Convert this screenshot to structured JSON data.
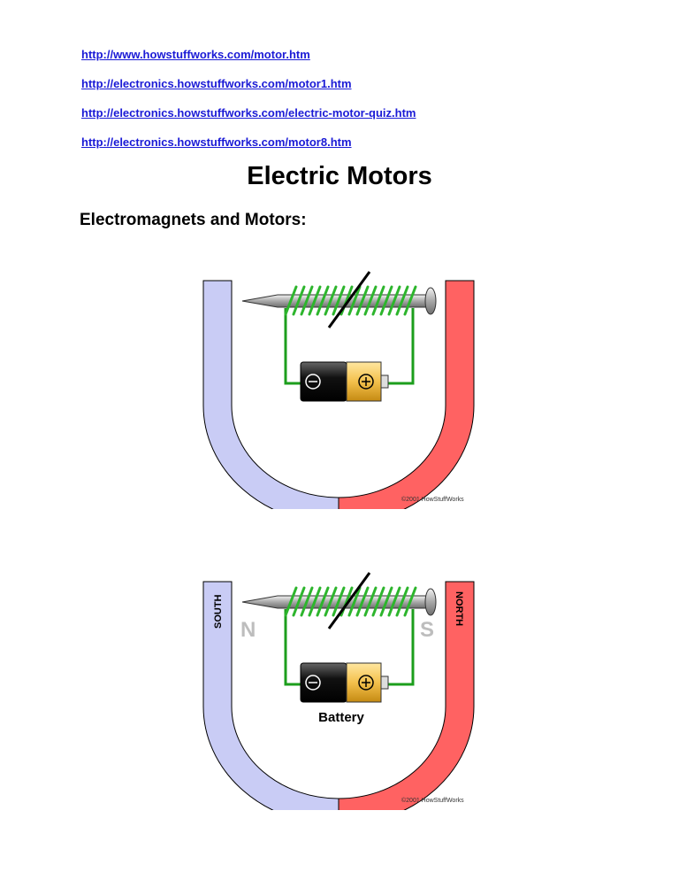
{
  "links": [
    "http://www.howstuffworks.com/motor.htm",
    "http://electronics.howstuffworks.com/motor1.htm",
    "http://electronics.howstuffworks.com/electric-motor-quiz.htm",
    "http://electronics.howstuffworks.com/motor8.htm"
  ],
  "title": "Electric Motors",
  "section_heading": "Electromagnets and Motors:",
  "figure1": {
    "copyright": "©2001 HowStuffWorks"
  },
  "figure2": {
    "south_label": "SOUTH",
    "north_label": "NORTH",
    "pole_n": "N",
    "pole_s": "S",
    "battery_label": "Battery",
    "copyright": "©2001 HowStuffWorks"
  },
  "colors": {
    "link": "#1a1ad6",
    "south_magnet": "#c9ccf5",
    "north_magnet": "#ff6262",
    "wire": "#1c9e1c",
    "coil": "#2db52d"
  }
}
